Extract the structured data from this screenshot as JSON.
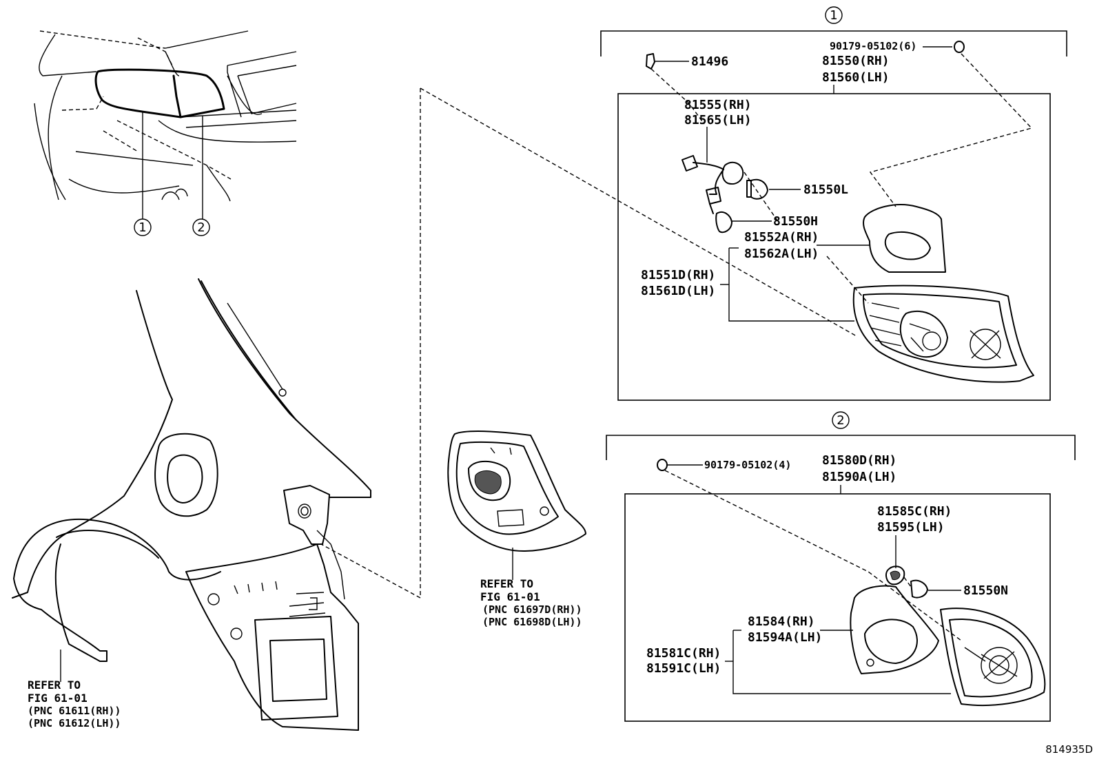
{
  "figure_id": "814935D",
  "callouts": {
    "one": "1",
    "two": "2"
  },
  "group1": {
    "bolt_small": "81496",
    "screw": "90179-05102(6)",
    "assy_rh": "81550(RH)",
    "assy_lh": "81560(LH)",
    "socket_rh": "81555(RH)",
    "socket_lh": "81565(LH)",
    "bulb_l": "81550L",
    "bulb_h": "81550H",
    "gasket_rh": "81552A(RH)",
    "gasket_lh": "81562A(LH)",
    "lens_rh": "81551D(RH)",
    "lens_lh": "81561D(LH)"
  },
  "group2": {
    "screw": "90179-05102(4)",
    "assy_rh": "81580D(RH)",
    "assy_lh": "81590A(LH)",
    "socket_rh": "81585C(RH)",
    "socket_lh": "81595(LH)",
    "bulb_n": "81550N",
    "gasket_rh": "81584(RH)",
    "gasket_lh": "81594A(LH)",
    "lens_rh": "81581C(RH)",
    "lens_lh": "81591C(LH)"
  },
  "ref_fender": {
    "line1": "REFER TO",
    "line2": "FIG 61-01",
    "line3": "(PNC 61611(RH))",
    "line4": "(PNC 61612(LH))"
  },
  "ref_panel": {
    "line1": "REFER TO",
    "line2": "FIG 61-01",
    "line3": "(PNC 61697D(RH))",
    "line4": "(PNC 61698D(LH))"
  }
}
